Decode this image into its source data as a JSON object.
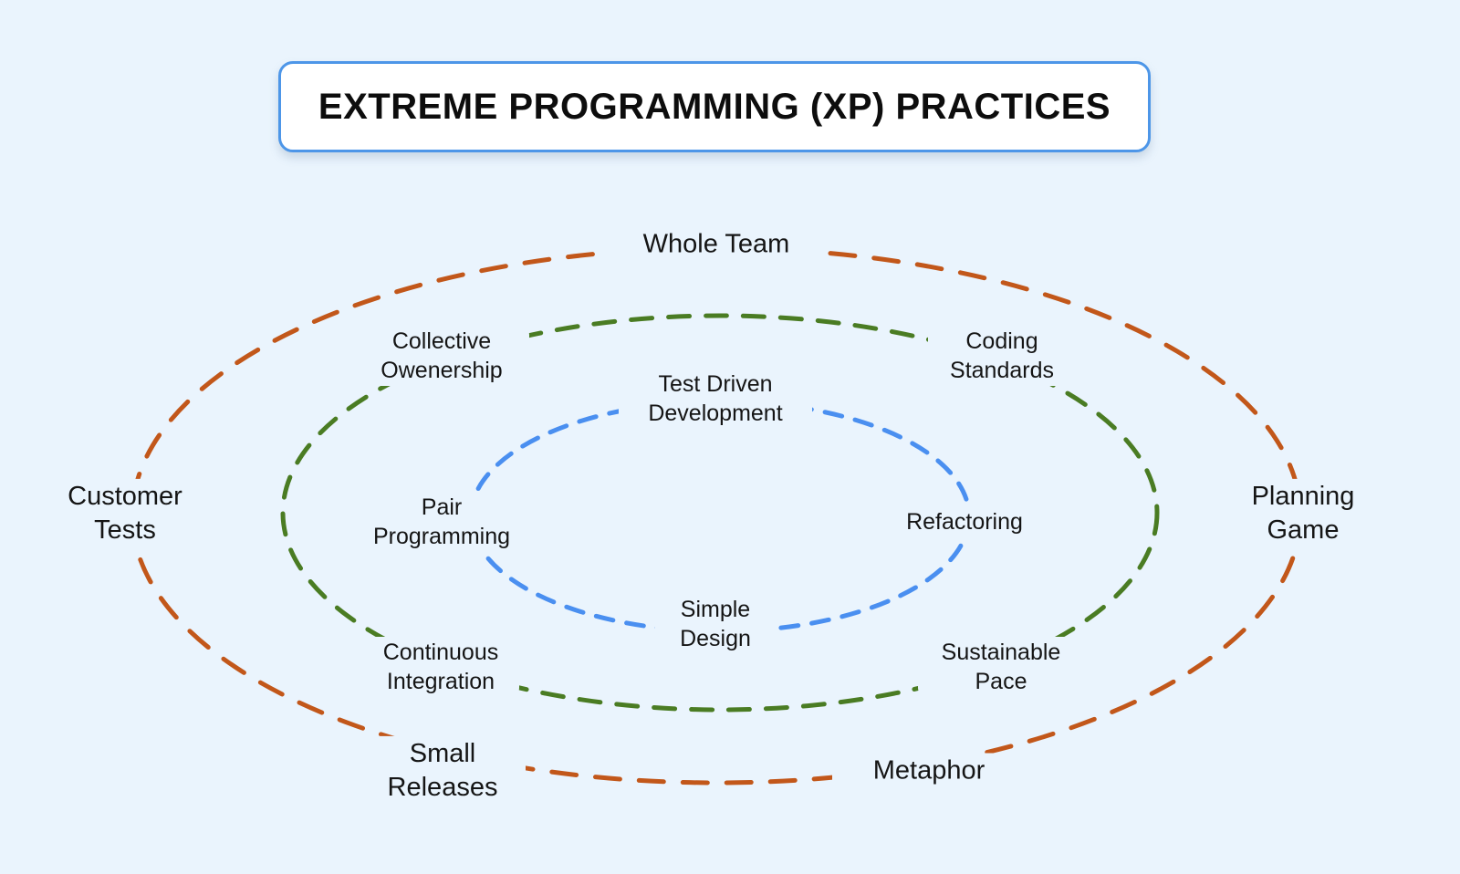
{
  "title": "EXTREME PROGRAMMING (XP) PRACTICES",
  "colors": {
    "background": "#eaf4fd",
    "title_border": "#4d96e8",
    "title_fill": "#ffffff",
    "outer_ring": "#c2571a",
    "middle_ring": "#4a7c23",
    "inner_ring": "#4a8ff0",
    "text": "#151515"
  },
  "rings": [
    {
      "name": "outer-circle-of-practices",
      "color": "#c2571a",
      "practices": [
        "Whole Team",
        "Customer Tests",
        "Planning Game",
        "Small Releases",
        "Metaphor"
      ]
    },
    {
      "name": "middle-circle-of-practices",
      "color": "#4a7c23",
      "practices": [
        "Collective Owenership",
        "Coding Standards",
        "Continuous Integration",
        "Sustainable Pace"
      ]
    },
    {
      "name": "inner-circle-of-practices",
      "color": "#4a8ff0",
      "practices": [
        "Test Driven Development",
        "Pair Programming",
        "Refactoring",
        "Simple Design"
      ]
    }
  ]
}
